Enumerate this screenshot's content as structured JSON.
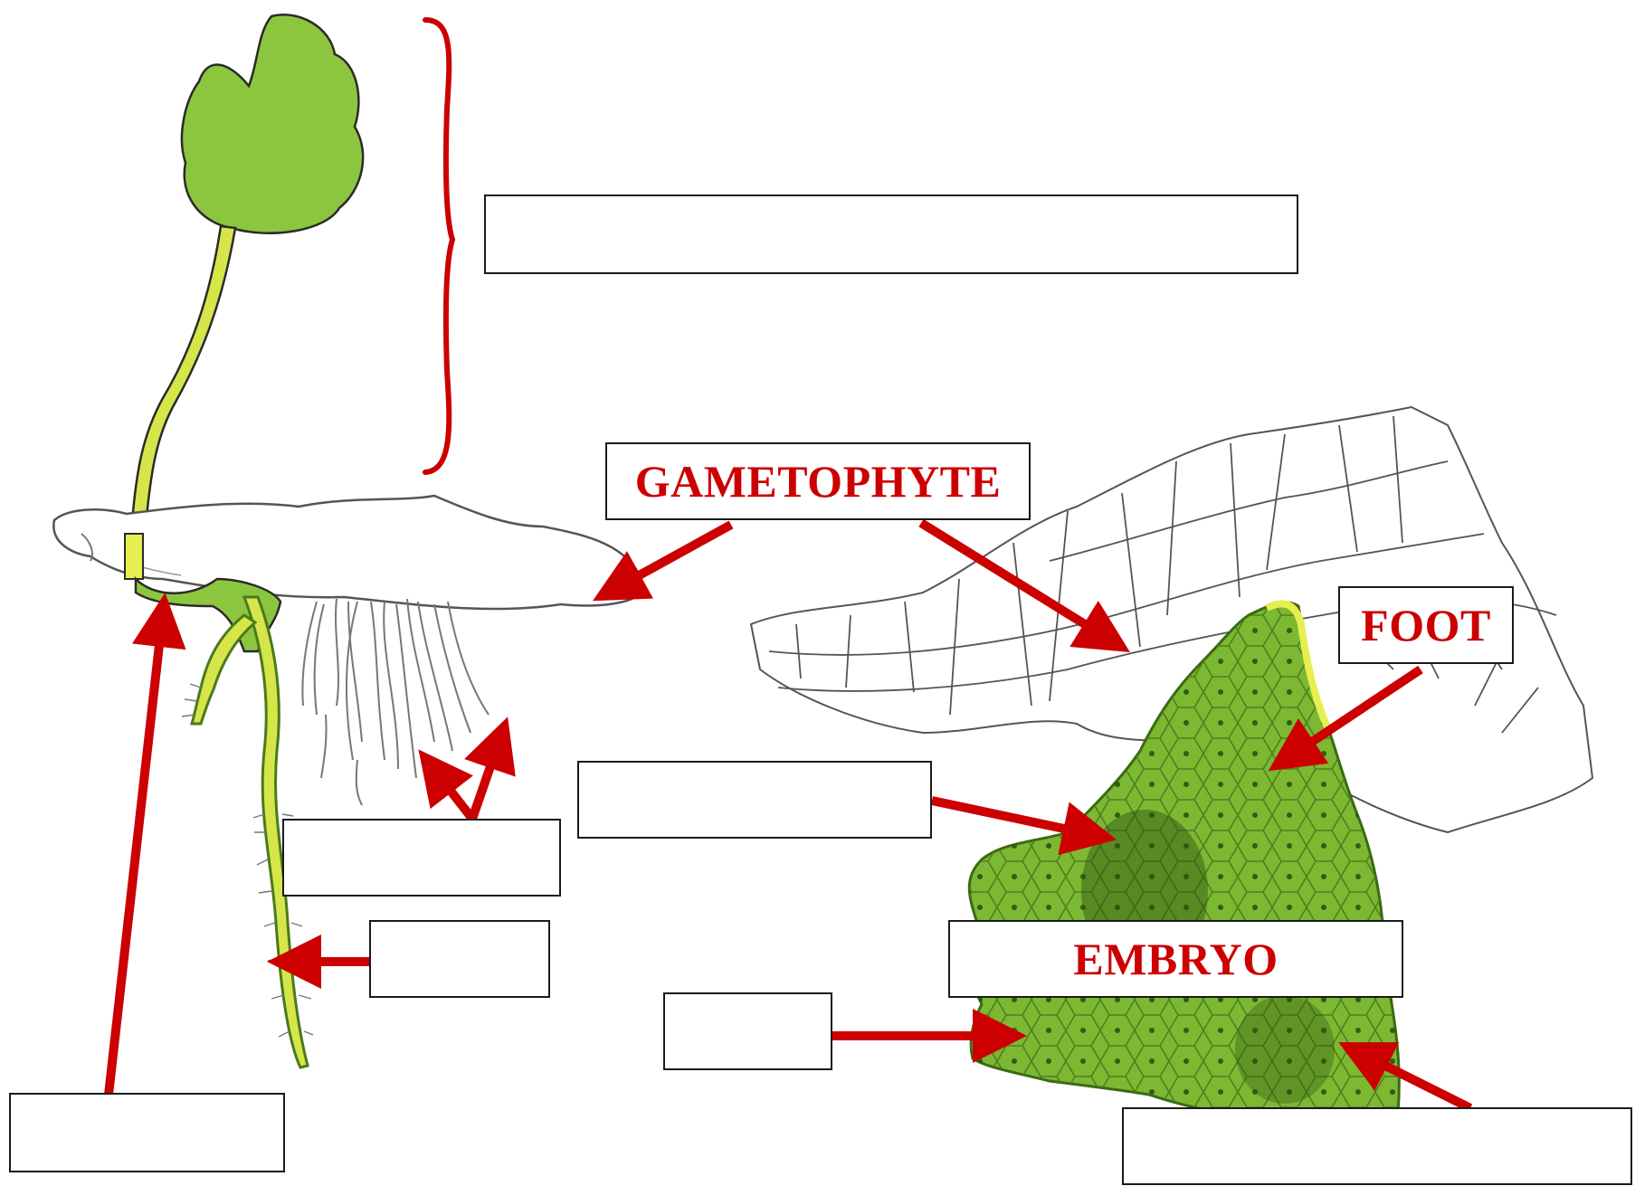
{
  "colors": {
    "arrow": "#cc0000",
    "label_text": "#cc0000",
    "plant_green": "#8cc63e",
    "tissue_green": "#7cb832",
    "yellow_core": "#e6ef4f",
    "outline": "#2a2a2a"
  },
  "labels": {
    "gametophyte": "GAMETOPHYTE",
    "foot": "FOOT",
    "embryo": "EMBRYO"
  },
  "blank_boxes": [
    "blank-sporophyte-brace",
    "blank-rhizoids",
    "blank-meristem",
    "blank-root",
    "blank-cell-layer",
    "blank-stem-base",
    "blank-root-apex"
  ]
}
